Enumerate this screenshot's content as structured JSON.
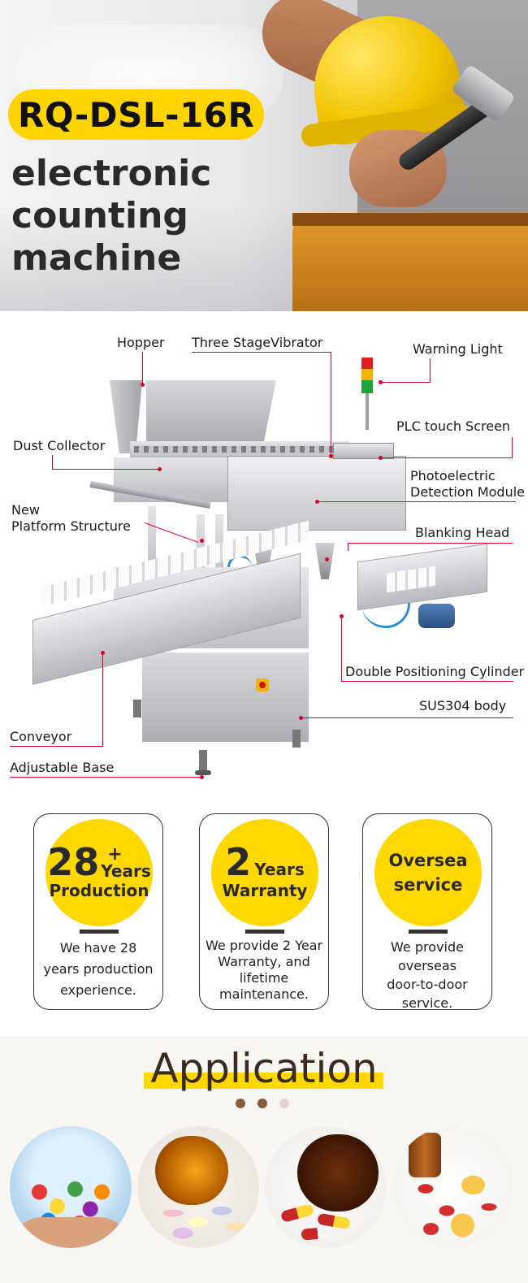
{
  "hero": {
    "model": "RQ-DSL-16R",
    "title_line1": "electronic",
    "title_line2": "counting machine"
  },
  "diagram": {
    "labels": {
      "hopper": "Hopper",
      "three_stage_vibrator": "Three StageVibrator",
      "warning_light": "Warning Light",
      "plc_touch_screen": "PLC touch Screen",
      "dust_collector": "Dust Collector",
      "photoelectric_line1": "Photoelectric",
      "photoelectric_line2": "Detection Module",
      "new_platform_line1": "New",
      "new_platform_line2": "Platform Structure",
      "blanking_head": "Blanking Head",
      "double_positioning_cylinder": "Double Positioning Cylinder",
      "sus304_body": "SUS304 body",
      "conveyor": "Conveyor",
      "adjustable_base": "Adjustable Base"
    },
    "accent_color": "#e0002a"
  },
  "features": [
    {
      "number": "28",
      "superscript": "+",
      "unit": "Years",
      "caption": "Production",
      "desc_lines": [
        "We have 28",
        "years production",
        "experience."
      ]
    },
    {
      "number": "2",
      "unit": "Years",
      "caption": "Warranty",
      "desc_lines": [
        "We provide 2 Year",
        "Warranty, and",
        "lifetime",
        "maintenance."
      ]
    },
    {
      "line1": "Oversea",
      "line2": "service",
      "desc_lines": [
        "We provide",
        "overseas",
        "door-to-door",
        "service."
      ]
    }
  ],
  "application": {
    "title": "Application",
    "highlight_color": "#ffd800",
    "dots": [
      "active",
      "active",
      "inactive"
    ],
    "photos": [
      "candy-photo",
      "pills-jar-photo",
      "capsules-jar-photo",
      "softgel-photo"
    ]
  }
}
